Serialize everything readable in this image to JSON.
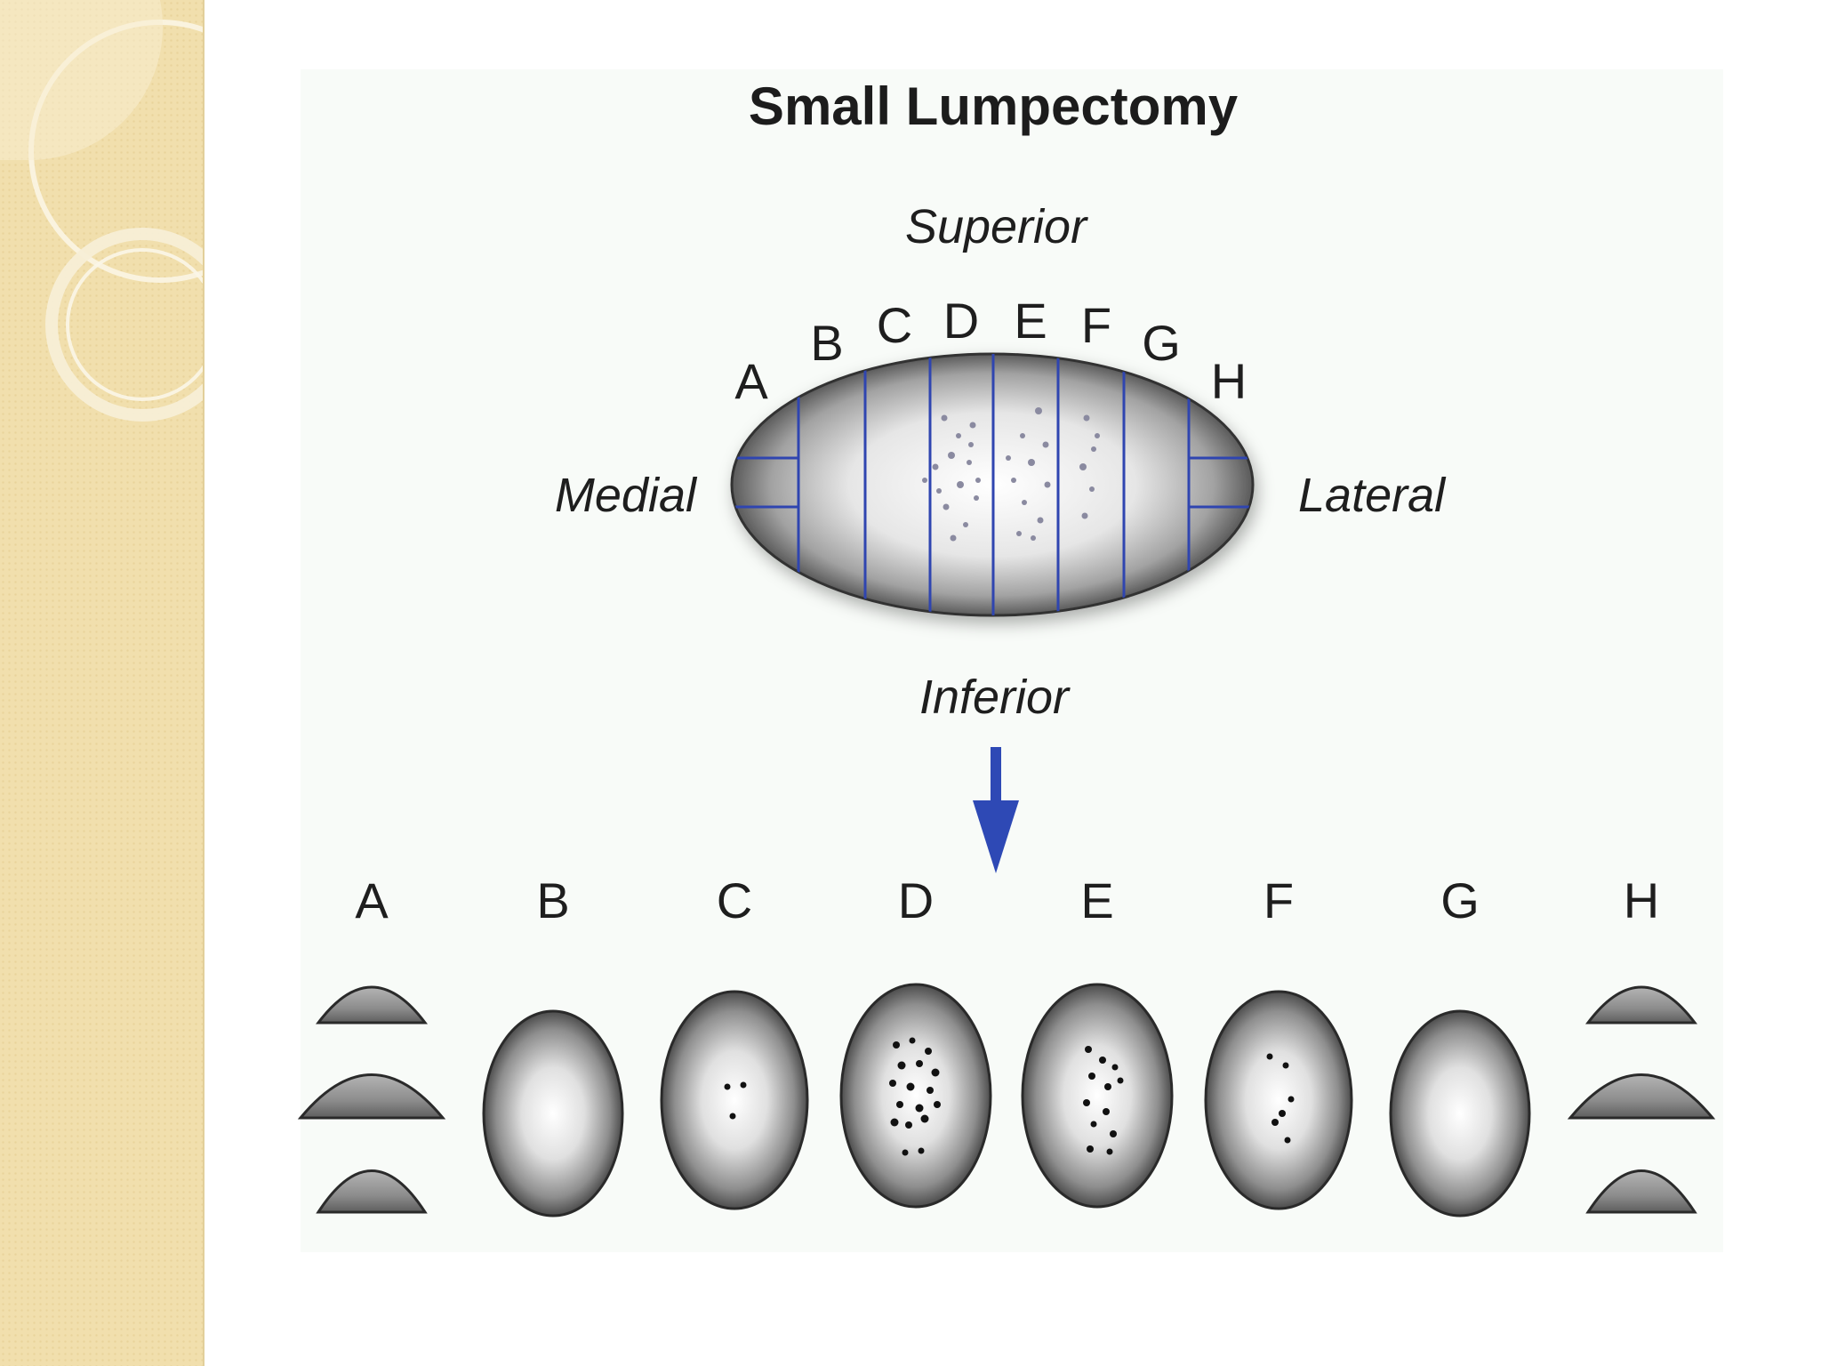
{
  "title": "Small Lumpectomy",
  "orientation": {
    "superior": "Superior",
    "inferior": "Inferior",
    "medial": "Medial",
    "lateral": "Lateral"
  },
  "slices": [
    "A",
    "B",
    "C",
    "D",
    "E",
    "F",
    "G",
    "H"
  ],
  "colors": {
    "slice_line": "#2f45b0",
    "arrow": "#2e49b5",
    "side_strip": "#f1dfad",
    "panel": "#f8fbf8"
  },
  "icons": [
    "down-arrow-icon",
    "decorative-ring-icon"
  ]
}
